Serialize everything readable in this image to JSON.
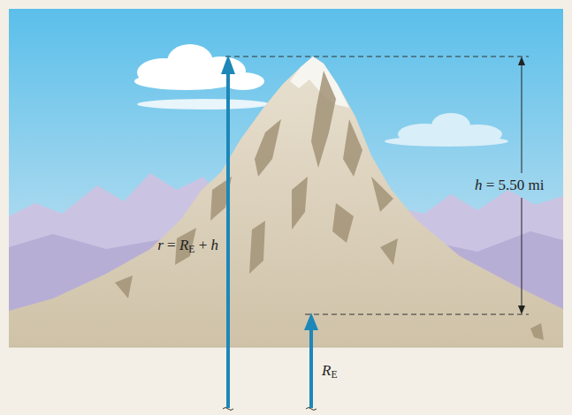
{
  "diagram": {
    "labels": [
      "h = 5.50 mi",
      "r = RE + h",
      "RE"
    ]
  }
}
